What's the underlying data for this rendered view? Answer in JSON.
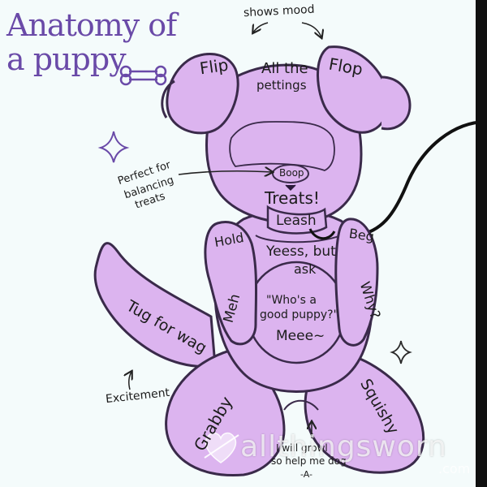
{
  "title": {
    "line1": "Anatomy of",
    "line2": "a puppy"
  },
  "labels": {
    "shows_mood": "shows mood",
    "flip": "Flip",
    "flop": "Flop",
    "all_the": "All the",
    "pettings": "pettings",
    "perfect_1": "Perfect for",
    "perfect_2": "balancing",
    "perfect_3": "treats",
    "boop": "Boop",
    "treats": "Treats!",
    "leash": "Leash",
    "hold": "Hold",
    "beg": "Beg",
    "yess_1": "Yeess, but",
    "yess_2": "ask",
    "meh": "Meh",
    "why": "Why?",
    "whos_1": "\"Who's a",
    "whos_2": "good puppy?\"",
    "meee": "Meee~",
    "tug": "Tug for wag",
    "excitement": "Excitement",
    "grabby": "Grabby",
    "squishy": "Squishy",
    "will_1": "I will growl",
    "will_2": "so help me dog",
    "will_3": "-A-"
  },
  "watermark": {
    "text": "allthingsworn",
    "com": ".com"
  },
  "colors": {
    "body_fill": "#dcb4ef",
    "outline": "#3a2a4a",
    "title": "#6a4aa8",
    "background": "#f4fbfb",
    "leash": "#111111"
  }
}
